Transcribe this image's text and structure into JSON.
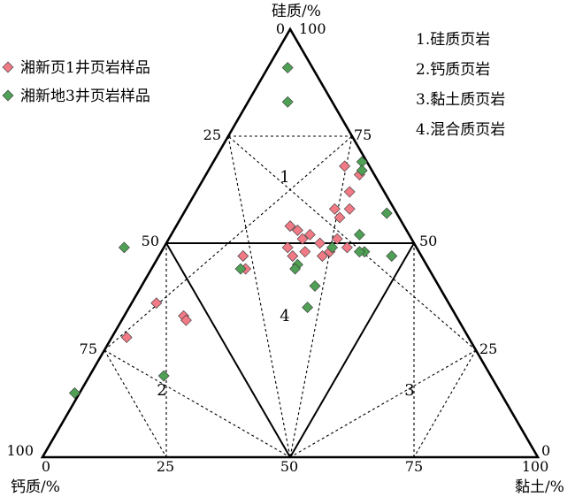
{
  "chart_data": {
    "type": "ternary",
    "axes": {
      "top": {
        "label": "硅质/%",
        "ticks": [
          "0",
          "25",
          "50",
          "75",
          "100"
        ]
      },
      "bottom_left": {
        "label": "钙质/%",
        "ticks": [
          "0",
          "25",
          "50",
          "75",
          "100"
        ]
      },
      "bottom_right": {
        "label": "黏土/%",
        "ticks": [
          "0",
          "25",
          "50",
          "75",
          "100"
        ]
      }
    },
    "legend": {
      "placement": "top-left",
      "entries": [
        {
          "label": "湘新页1井页岩样品",
          "color": "#f07a86",
          "marker": "diamond"
        },
        {
          "label": "湘新地3井页岩样品",
          "color": "#4fa055",
          "marker": "diamond"
        }
      ]
    },
    "classification": {
      "placement": "top-right",
      "items": [
        "1.硅质页岩",
        "2.钙质页岩",
        "3.黏土质页岩",
        "4.混合质页岩"
      ]
    },
    "regions": [
      "1",
      "2",
      "3",
      "4"
    ],
    "series": [
      {
        "name": "湘新页1井页岩样品",
        "color": "#f07a86",
        "points": [
          {
            "silica": 68,
            "clay": 27,
            "calcium": 5
          },
          {
            "silica": 66,
            "clay": 31,
            "calcium": 3
          },
          {
            "silica": 62,
            "clay": 31,
            "calcium": 7
          },
          {
            "silica": 58,
            "clay": 33,
            "calcium": 9
          },
          {
            "silica": 58,
            "clay": 30,
            "calcium": 12
          },
          {
            "silica": 56,
            "clay": 32,
            "calcium": 12
          },
          {
            "silica": 54,
            "clay": 23,
            "calcium": 23
          },
          {
            "silica": 53,
            "clay": 25,
            "calcium": 22
          },
          {
            "silica": 52,
            "clay": 28,
            "calcium": 20
          },
          {
            "silica": 51,
            "clay": 27,
            "calcium": 22
          },
          {
            "silica": 51,
            "clay": 34,
            "calcium": 15
          },
          {
            "silica": 50,
            "clay": 31,
            "calcium": 19
          },
          {
            "silica": 49,
            "clay": 25,
            "calcium": 26
          },
          {
            "silica": 49,
            "clay": 37,
            "calcium": 14
          },
          {
            "silica": 48,
            "clay": 34,
            "calcium": 18
          },
          {
            "silica": 48,
            "clay": 29,
            "calcium": 23
          },
          {
            "silica": 47,
            "clay": 27,
            "calcium": 26
          },
          {
            "silica": 47,
            "clay": 17,
            "calcium": 36
          },
          {
            "silica": 47,
            "clay": 33,
            "calcium": 20
          },
          {
            "silica": 44,
            "clay": 19,
            "calcium": 37
          },
          {
            "silica": 36,
            "clay": 5,
            "calcium": 59
          },
          {
            "silica": 33,
            "clay": 12,
            "calcium": 55
          },
          {
            "silica": 32,
            "clay": 13,
            "calcium": 55
          },
          {
            "silica": 28,
            "clay": 3,
            "calcium": 69
          }
        ]
      },
      {
        "name": "湘新地3井页岩样品",
        "color": "#4fa055",
        "points": [
          {
            "silica": 91,
            "clay": 4,
            "calcium": 5
          },
          {
            "silica": 83,
            "clay": 8,
            "calcium": 9
          },
          {
            "silica": 69,
            "clay": 30,
            "calcium": 1
          },
          {
            "silica": 67,
            "clay": 31,
            "calcium": 2
          },
          {
            "silica": 57,
            "clay": 41,
            "calcium": 2
          },
          {
            "silica": 52,
            "clay": 38,
            "calcium": 10
          },
          {
            "silica": 49,
            "clay": -8,
            "calcium": 59
          },
          {
            "silica": 49,
            "clay": 34,
            "calcium": 17
          },
          {
            "silica": 48,
            "clay": 41,
            "calcium": 11
          },
          {
            "silica": 48,
            "clay": 40,
            "calcium": 12
          },
          {
            "silica": 47,
            "clay": 47,
            "calcium": 6
          },
          {
            "silica": 45,
            "clay": 29,
            "calcium": 26
          },
          {
            "silica": 44,
            "clay": 18,
            "calcium": 38
          },
          {
            "silica": 44,
            "clay": 29,
            "calcium": 27
          },
          {
            "silica": 40,
            "clay": 35,
            "calcium": 25
          },
          {
            "silica": 35,
            "clay": 36,
            "calcium": 29
          },
          {
            "silica": 19,
            "clay": 15,
            "calcium": 66
          },
          {
            "silica": 15,
            "clay": -1,
            "calcium": 86
          }
        ]
      }
    ]
  }
}
